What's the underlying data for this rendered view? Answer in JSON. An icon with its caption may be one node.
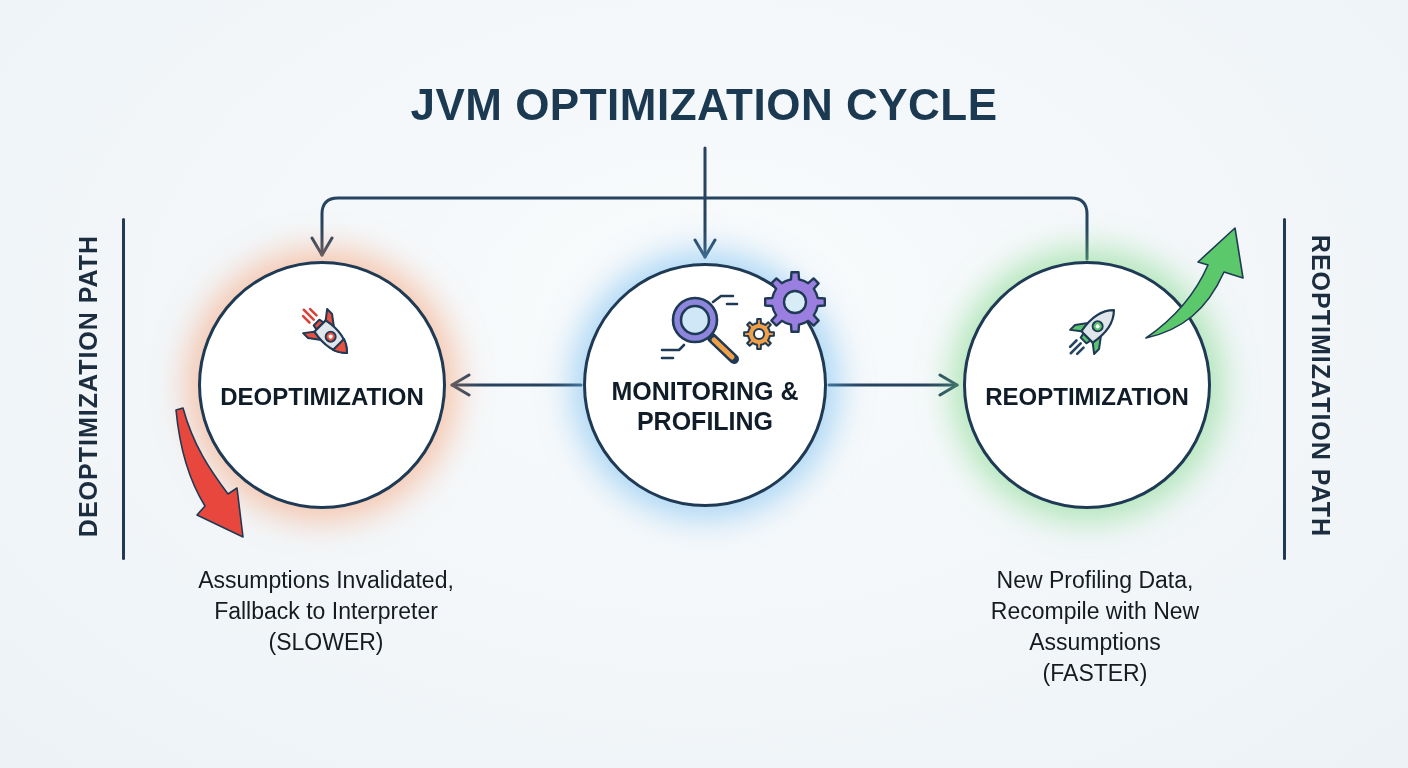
{
  "diagram": {
    "title": "JVM OPTIMIZATION CYCLE",
    "nodes": [
      {
        "text": [
          "DEOPTIMIZATION"
        ],
        "beside": [
          "Assumptions Invalidated, Fallback to Interpreter",
          "(SLOWER)"
        ]
      },
      {
        "text": [
          "MONITORING & PROFILING"
        ]
      },
      {
        "text": [
          "REOPTIMIZATION"
        ],
        "beside": [
          "New Profiling Data, Recompile with New Assumptions",
          "(FASTER)"
        ]
      }
    ],
    "edges": [
      {
        "from": null,
        "to": 1,
        "arrow": "to"
      },
      {
        "from": 2,
        "to": 0,
        "arrow": "to"
      },
      {
        "from": 1,
        "to": 0,
        "arrow": "to"
      },
      {
        "from": 1,
        "to": 2,
        "arrow": "to"
      }
    ],
    "labels": [
      "DEOPTIMIZATION PATH",
      "REOPTIMIZATION PATH"
    ]
  }
}
